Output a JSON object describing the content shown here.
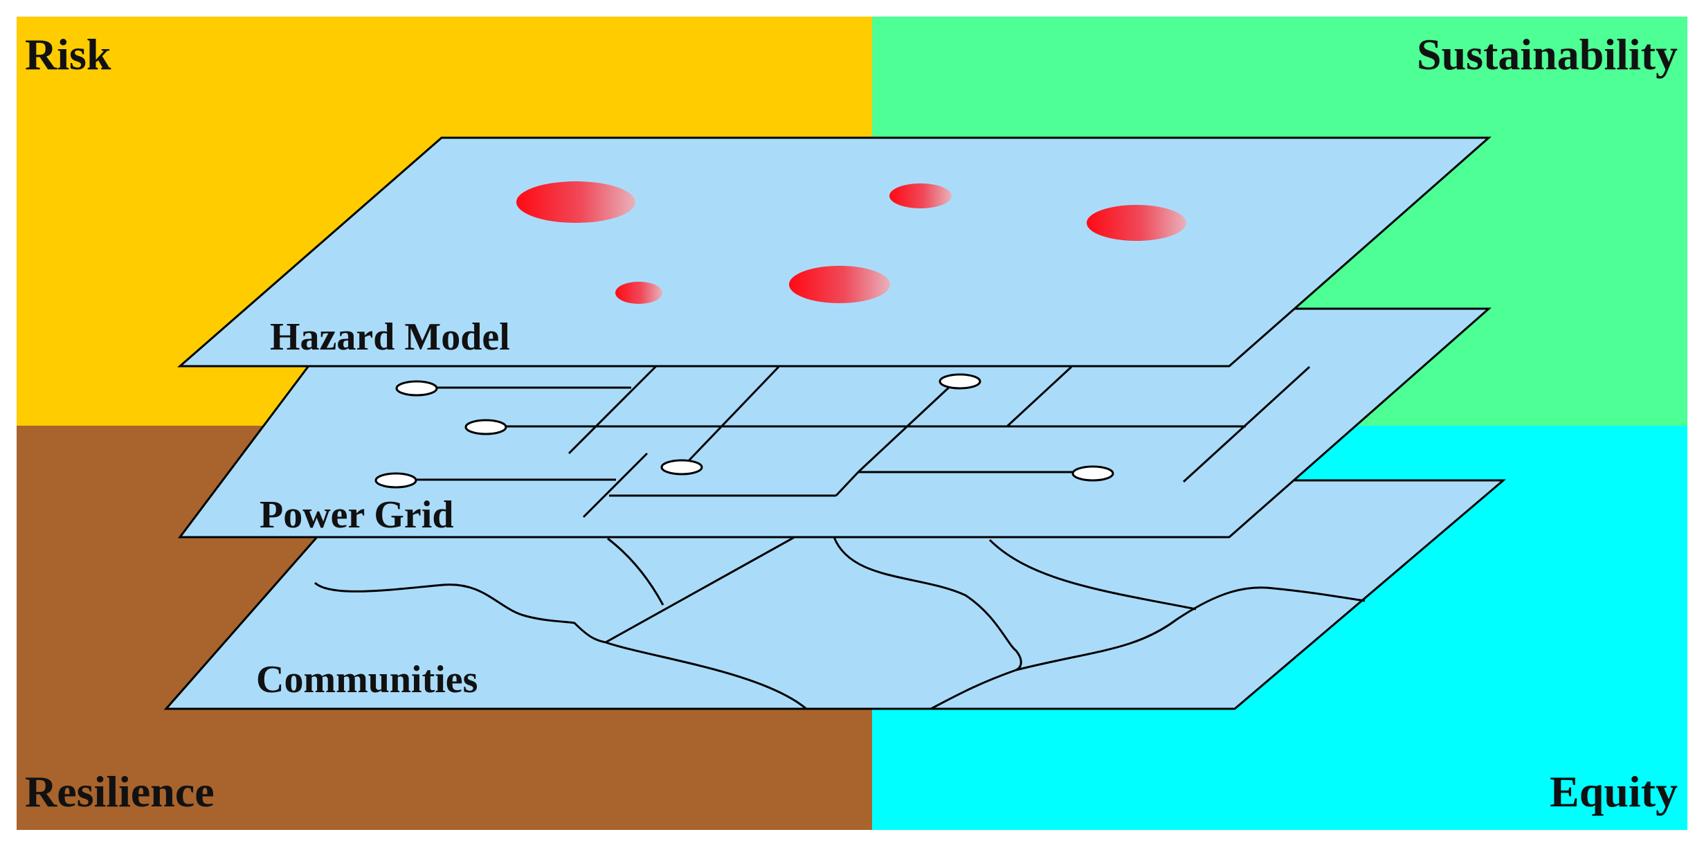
{
  "quadrants": {
    "risk": {
      "label": "Risk",
      "color": "#ffcc00"
    },
    "sustainability": {
      "label": "Sustainability",
      "color": "#4dff94"
    },
    "resilience": {
      "label": "Resilience",
      "color": "#a8642c"
    },
    "equity": {
      "label": "Equity",
      "color": "#00ffff"
    }
  },
  "layers": {
    "hazard": {
      "label": "Hazard Model",
      "fill": "#aadcfa"
    },
    "grid": {
      "label": "Power Grid",
      "fill": "#aadcfa"
    },
    "communities": {
      "label": "Communities",
      "fill": "#aadcfa"
    }
  },
  "hazard_color": "#e60012"
}
